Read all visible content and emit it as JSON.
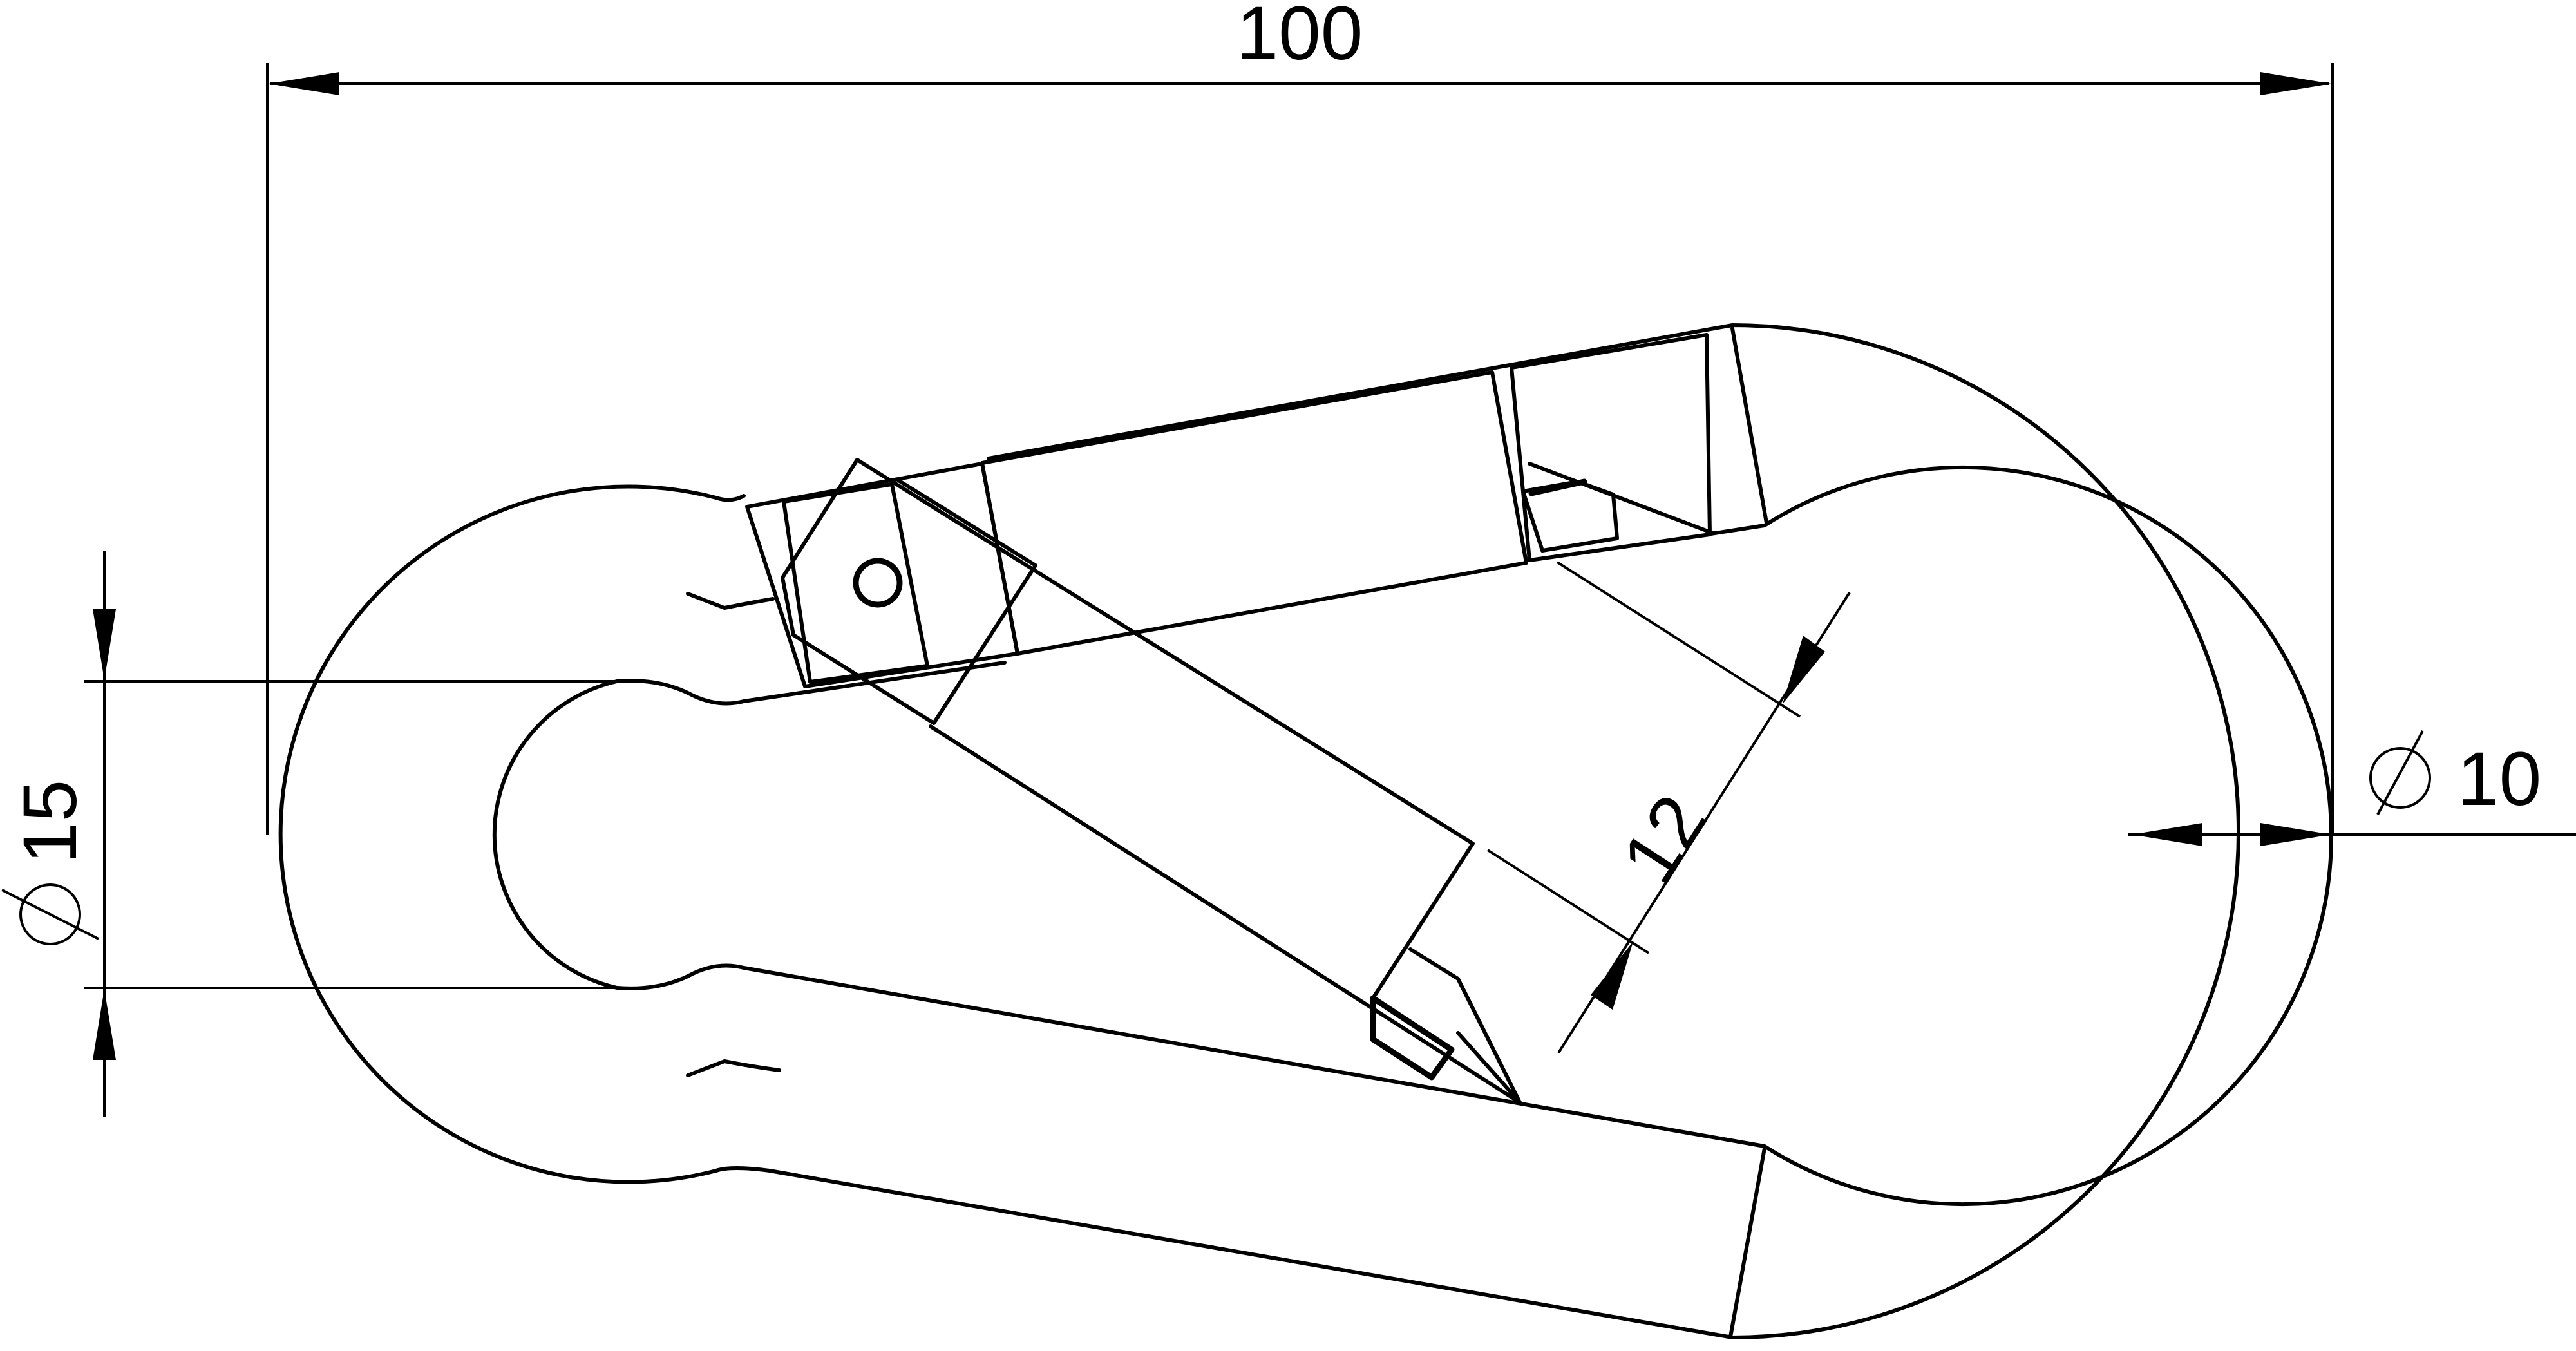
{
  "drawing": {
    "type": "technical drawing",
    "subject": "snap hook",
    "dimensions": {
      "overall_length": {
        "value": "100",
        "symbol": ""
      },
      "eye_diameter": {
        "value": "15",
        "symbol": "⌀"
      },
      "end_diameter": {
        "value": "10",
        "symbol": "⌀"
      },
      "gate_opening": {
        "value": "12",
        "symbol": ""
      }
    },
    "line_color": "#000000",
    "background_color": "#ffffff"
  }
}
